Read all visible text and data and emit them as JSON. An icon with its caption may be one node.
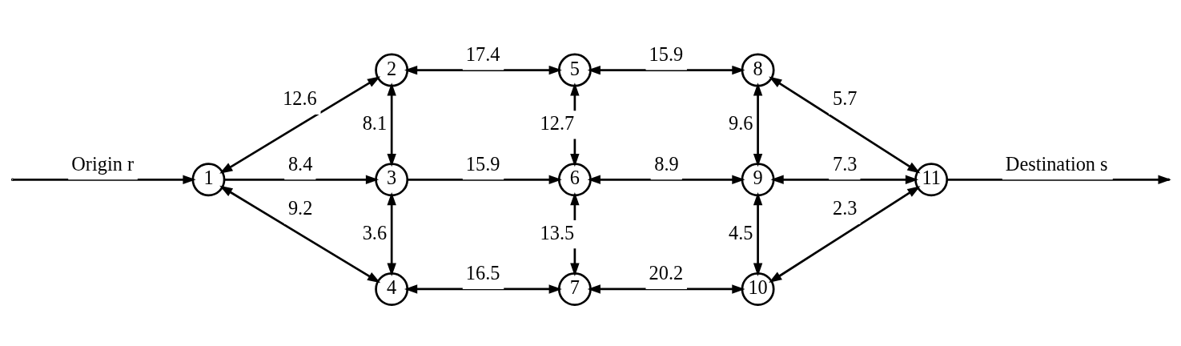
{
  "diagram": {
    "nodes": [
      {
        "text": [
          "1"
        ]
      },
      {
        "text": [
          "2"
        ]
      },
      {
        "text": [
          "3"
        ]
      },
      {
        "text": [
          "4"
        ]
      },
      {
        "text": [
          "5"
        ]
      },
      {
        "text": [
          "6"
        ]
      },
      {
        "text": [
          "7"
        ]
      },
      {
        "text": [
          "8"
        ]
      },
      {
        "text": [
          "9"
        ]
      },
      {
        "text": [
          "10"
        ]
      },
      {
        "text": [
          "11"
        ]
      }
    ],
    "edges": [
      {
        "from": null,
        "to": 0,
        "arrow": "to",
        "label": "Origin r"
      },
      {
        "from": 0,
        "to": 1,
        "arrow": "both",
        "label": "12.6"
      },
      {
        "from": 0,
        "to": 2,
        "arrow": "to",
        "label": "8.4"
      },
      {
        "from": 0,
        "to": 3,
        "arrow": "both",
        "label": "9.2"
      },
      {
        "from": 1,
        "to": 4,
        "arrow": "both",
        "label": "17.4"
      },
      {
        "from": 1,
        "to": 2,
        "arrow": "both",
        "label": "8.1"
      },
      {
        "from": 2,
        "to": 5,
        "arrow": "to",
        "label": "15.9"
      },
      {
        "from": 2,
        "to": 3,
        "arrow": "both",
        "label": "3.6"
      },
      {
        "from": 3,
        "to": 6,
        "arrow": "both",
        "label": "16.5"
      },
      {
        "from": 4,
        "to": 7,
        "arrow": "both",
        "label": "15.9"
      },
      {
        "from": 4,
        "to": 5,
        "arrow": "both",
        "label": "12.7"
      },
      {
        "from": 5,
        "to": 8,
        "arrow": "both",
        "label": "8.9"
      },
      {
        "from": 5,
        "to": 6,
        "arrow": "both",
        "label": "13.5"
      },
      {
        "from": 6,
        "to": 9,
        "arrow": "both",
        "label": "20.2"
      },
      {
        "from": 7,
        "to": 8,
        "arrow": "both",
        "label": "9.6"
      },
      {
        "from": 7,
        "to": 10,
        "arrow": "both",
        "label": "5.7"
      },
      {
        "from": 8,
        "to": 10,
        "arrow": "both",
        "label": "7.3"
      },
      {
        "from": 8,
        "to": 9,
        "arrow": "both",
        "label": "4.5"
      },
      {
        "from": 9,
        "to": 10,
        "arrow": "both",
        "label": "2.3"
      },
      {
        "from": 10,
        "to": null,
        "arrow": "to",
        "label": "Destination s"
      }
    ]
  }
}
